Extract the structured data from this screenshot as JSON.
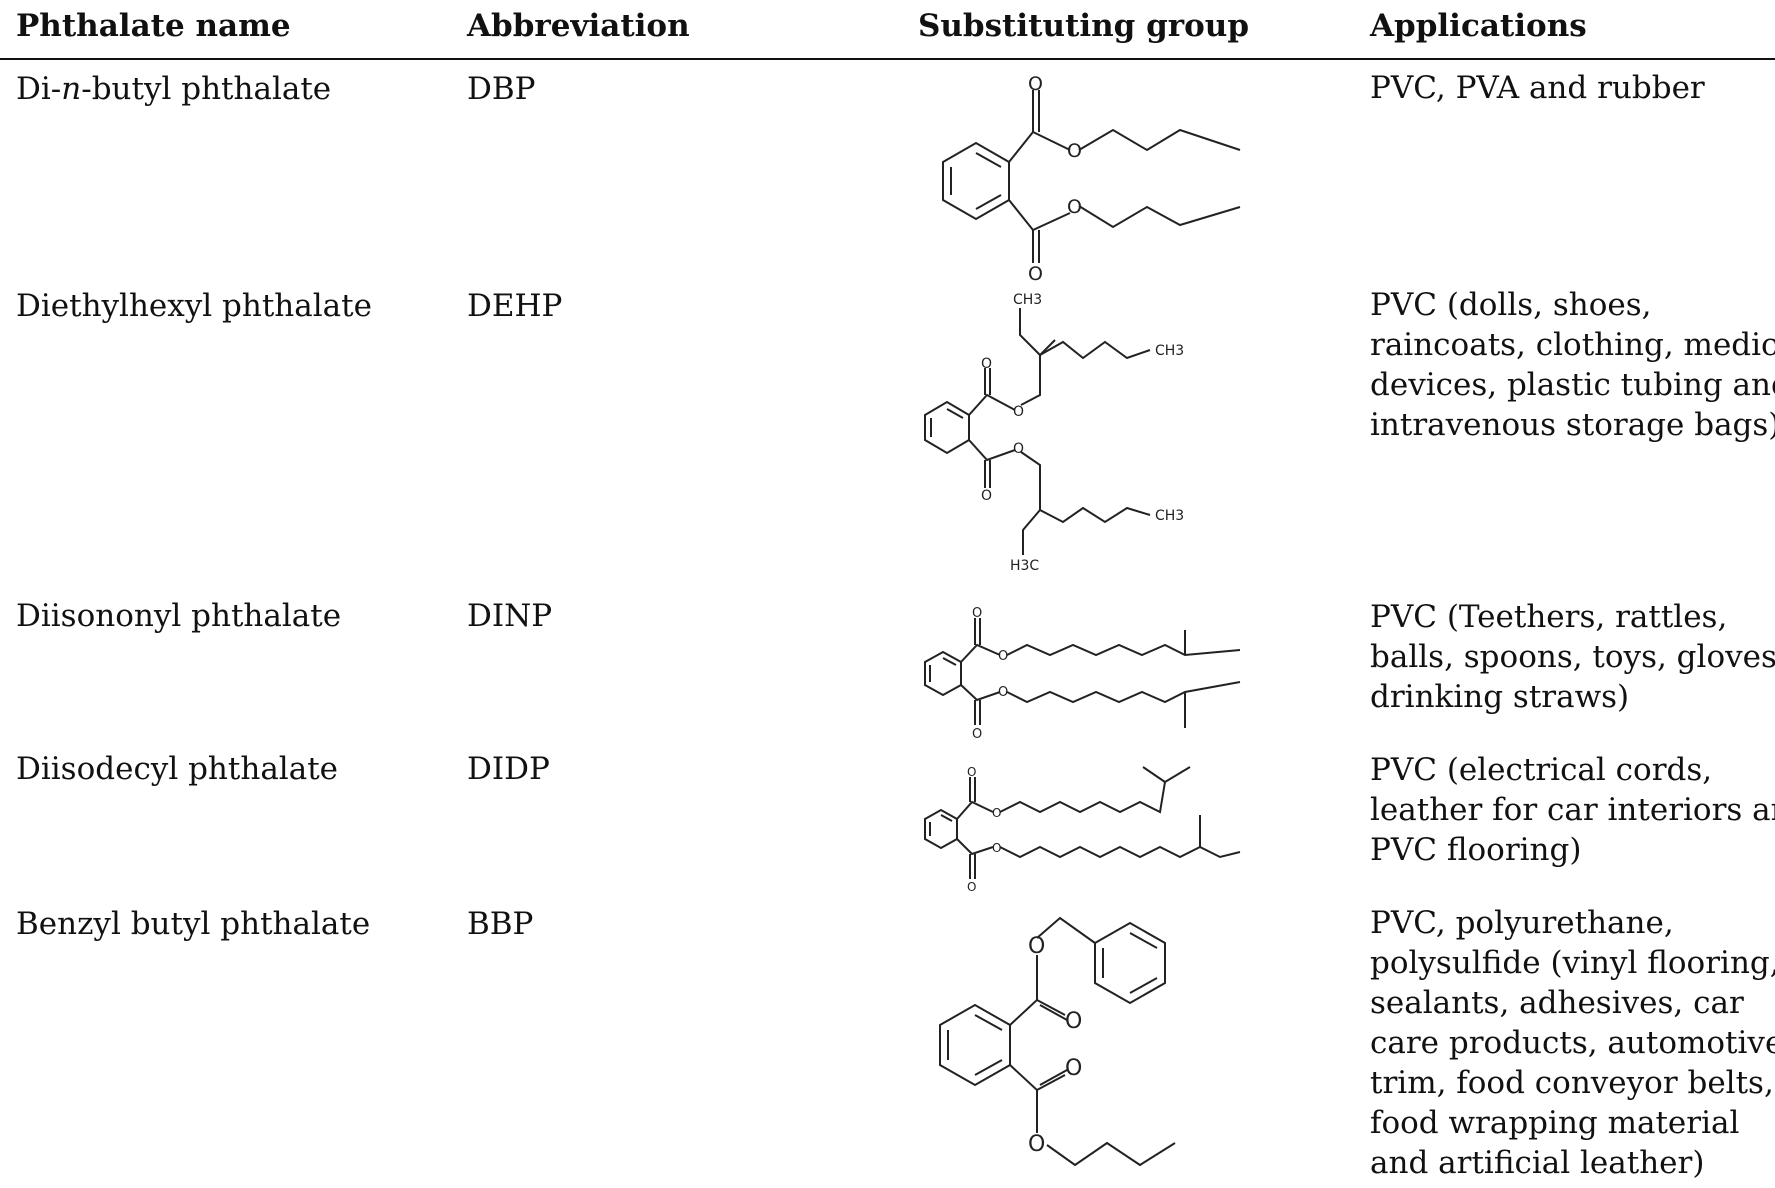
{
  "headers": {
    "name": "Phthalate name",
    "abbr": "Abbreviation",
    "group": "Substituting group",
    "apps": "Applications"
  },
  "rows": [
    {
      "name_pre": "Di-",
      "name_italic": "n",
      "name_post": "-butyl phthalate",
      "abbr": "DBP",
      "applications": [
        "PVC, PVA and rubber"
      ],
      "structure_labels": {
        "o_top": "O",
        "o_ester1": "O",
        "o_ester2": "O",
        "o_bot": "O"
      }
    },
    {
      "name": "Diethylhexyl phthalate",
      "abbr": "DEHP",
      "applications": [
        "PVC (dolls, shoes,",
        "raincoats, clothing, medical",
        "devices, plastic tubing and",
        "intravenous storage bags)"
      ],
      "structure_labels": {
        "o_top": "O",
        "o_ester1": "O",
        "o_ester2": "O",
        "o_bot": "O",
        "ch3_a": "CH3",
        "ch3_b": "CH3",
        "ch3_c": "CH3",
        "h3c": "H3C"
      }
    },
    {
      "name": "Diisononyl phthalate",
      "abbr": "DINP",
      "applications": [
        "PVC (Teethers, rattles,",
        "balls, spoons, toys, gloves,",
        "drinking straws)"
      ],
      "structure_labels": {
        "o_top": "O",
        "o_ester1": "O",
        "o_ester2": "O",
        "o_bot": "O"
      }
    },
    {
      "name": "Diisodecyl phthalate",
      "abbr": "DIDP",
      "applications": [
        "PVC (electrical cords,",
        "leather for car interiors and",
        "PVC flooring)"
      ],
      "structure_labels": {
        "o_top": "O",
        "o_ester1": "O",
        "o_ester2": "O",
        "o_bot": "O"
      }
    },
    {
      "name": "Benzyl butyl phthalate",
      "abbr": "BBP",
      "applications": [
        "PVC, polyurethane,",
        "polysulfide (vinyl flooring,",
        "sealants, adhesives, car",
        "care products, automotive",
        "trim, food conveyor belts,",
        "food wrapping material",
        "and artificial leather)"
      ],
      "structure_labels": {
        "o_ester1": "O",
        "o_dbl1": "O",
        "o_dbl2": "O",
        "o_ester2": "O"
      }
    }
  ]
}
